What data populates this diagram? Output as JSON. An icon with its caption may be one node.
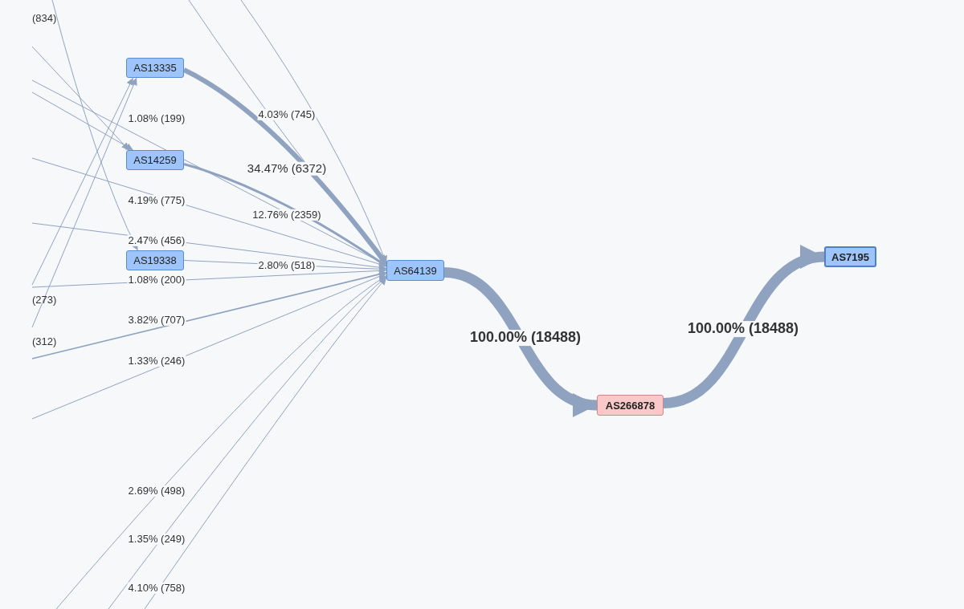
{
  "diagram": {
    "nodes": [
      {
        "text": [
          "AS13335"
        ]
      },
      {
        "text": [
          "AS14259"
        ]
      },
      {
        "text": [
          "AS19338"
        ]
      },
      {
        "text": [
          "AS64139"
        ]
      },
      {
        "text": [
          "AS266878"
        ]
      },
      {
        "text": [
          "AS7195"
        ]
      }
    ],
    "edges": [
      {
        "from": 0,
        "to": 3,
        "arrow": "to",
        "label": "34.47% (6372)",
        "style": "thick"
      },
      {
        "from": 1,
        "to": 3,
        "arrow": "to",
        "label": "12.76% (2359)",
        "style": "thick"
      },
      {
        "from": 2,
        "to": 3,
        "arrow": "to",
        "label": "2.80% (518)"
      },
      {
        "from": 3,
        "to": 4,
        "arrow": "to",
        "label": "100.00% (18488)",
        "style": "thick"
      },
      {
        "from": 4,
        "to": 5,
        "arrow": "to",
        "label": "100.00% (18488)",
        "style": "thick"
      },
      {
        "from": null,
        "to": 3,
        "arrow": "to",
        "label": "4.03% (745)"
      },
      {
        "from": null,
        "to": 3,
        "arrow": "to"
      },
      {
        "from": null,
        "to": 3,
        "arrow": "to",
        "label": "1.08% (199)"
      },
      {
        "from": null,
        "to": 3,
        "arrow": "to",
        "label": "4.19% (775)"
      },
      {
        "from": null,
        "to": 3,
        "arrow": "to",
        "label": "2.47% (456)"
      },
      {
        "from": null,
        "to": 3,
        "arrow": "to",
        "label": "1.08% (200)"
      },
      {
        "from": null,
        "to": 3,
        "arrow": "to",
        "label": "3.82% (707)"
      },
      {
        "from": null,
        "to": 3,
        "arrow": "to",
        "label": "1.33% (246)"
      },
      {
        "from": null,
        "to": 3,
        "arrow": "to",
        "label": "2.69% (498)"
      },
      {
        "from": null,
        "to": 3,
        "arrow": "to",
        "label": "1.35% (249)"
      },
      {
        "from": null,
        "to": 3,
        "arrow": "to",
        "label": "4.10% (758)"
      },
      {
        "from": null,
        "to": 0,
        "arrow": "to"
      },
      {
        "from": null,
        "to": 0,
        "arrow": "to"
      },
      {
        "from": null,
        "to": 1,
        "arrow": "to"
      },
      {
        "from": null,
        "to": 1,
        "arrow": "to"
      },
      {
        "from": null,
        "to": 2,
        "arrow": "to"
      }
    ],
    "labels": [
      "(834)",
      "(273)",
      "(312)"
    ]
  }
}
